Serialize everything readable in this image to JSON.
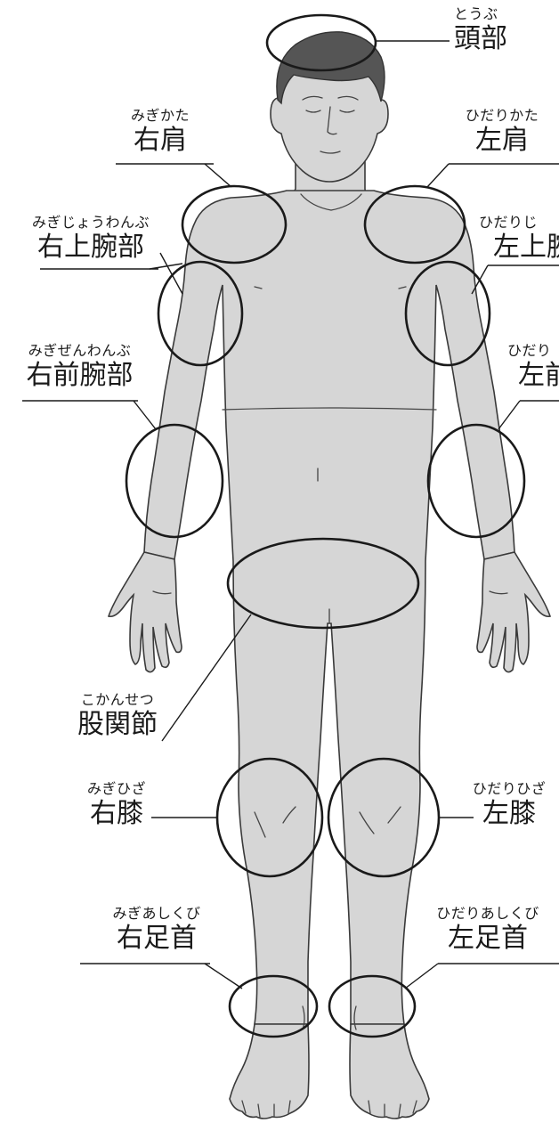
{
  "labels": {
    "head": {
      "reading": "とうぶ",
      "name": "頭部"
    },
    "right_shoulder": {
      "reading": "みぎかた",
      "name": "右肩"
    },
    "left_shoulder": {
      "reading": "ひだりかた",
      "name": "左肩"
    },
    "right_upper_arm": {
      "reading": "みぎじょうわんぶ",
      "name": "右上腕部"
    },
    "left_upper_arm": {
      "reading": "ひだりじ",
      "name": "左上腕"
    },
    "right_forearm": {
      "reading": "みぎぜんわんぶ",
      "name": "右前腕部"
    },
    "left_forearm": {
      "reading": "ひだり",
      "name": "左前"
    },
    "hip_joint": {
      "reading": "こかんせつ",
      "name": "股関節"
    },
    "right_knee": {
      "reading": "みぎひざ",
      "name": "右膝"
    },
    "left_knee": {
      "reading": "ひだりひざ",
      "name": "左膝"
    },
    "right_ankle": {
      "reading": "みぎあしくび",
      "name": "右足首"
    },
    "left_ankle": {
      "reading": "ひだりあしくび",
      "name": "左足首"
    }
  },
  "colors": {
    "body_fill": "#d6d6d6",
    "outline": "#3a3a3a",
    "hair": "#555555",
    "ring": "#1a1a1a"
  }
}
